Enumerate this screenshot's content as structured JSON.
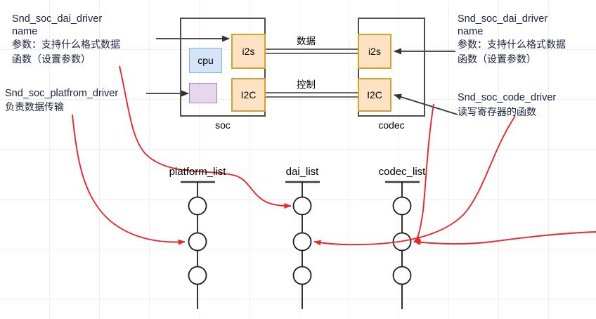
{
  "diagram": {
    "title": "ASoC driver registration diagram",
    "colors": {
      "red_arrow": "#e8282b",
      "black_arrow": "#404040",
      "chip_fill": "#fde3c4",
      "chip_border": "#d6a128",
      "cpu_fill": "#d6e4f7",
      "cpu_border": "#8ab0da",
      "platform_fill": "#e6d7ef",
      "platform_border": "#a87fc0",
      "box_border": "#4d4d4d",
      "grid": "#eef0f2"
    }
  },
  "annotations": {
    "top_left": {
      "line1": "Snd_soc_dai_driver",
      "line2": "name",
      "line3": "参数：支持什么格式数据",
      "line4": "函数（设置参数）"
    },
    "bottom_left": {
      "line1": "Snd_soc_platfrom_driver",
      "line2": "负责数据传输"
    },
    "top_right": {
      "line1": "Snd_soc_dai_driver",
      "line2": "name",
      "line3": "参数：支持什么格式数据",
      "line4": "函数（设置参数）"
    },
    "bottom_right": {
      "line1": "Snd_soc_code_driver",
      "line2": "读写寄存器的函数"
    }
  },
  "soc": {
    "label": "soc",
    "blocks": [
      {
        "name": "cpu",
        "label": "cpu"
      },
      {
        "name": "platform",
        "label": ""
      },
      {
        "name": "i2s",
        "label": "i2s"
      },
      {
        "name": "i2c",
        "label": "I2C"
      }
    ]
  },
  "codec": {
    "label": "codec",
    "blocks": [
      {
        "name": "i2s",
        "label": "i2s"
      },
      {
        "name": "i2c",
        "label": "I2C"
      }
    ]
  },
  "connections": [
    {
      "name": "data-bus",
      "label": "数据"
    },
    {
      "name": "control-bus",
      "label": "控制"
    }
  ],
  "lists": [
    {
      "name": "platform_list",
      "label": "platform_list",
      "nodes": 3
    },
    {
      "name": "dai_list",
      "label": "dai_list",
      "nodes": 3
    },
    {
      "name": "codec_list",
      "label": "codec_list",
      "nodes": 3
    }
  ]
}
